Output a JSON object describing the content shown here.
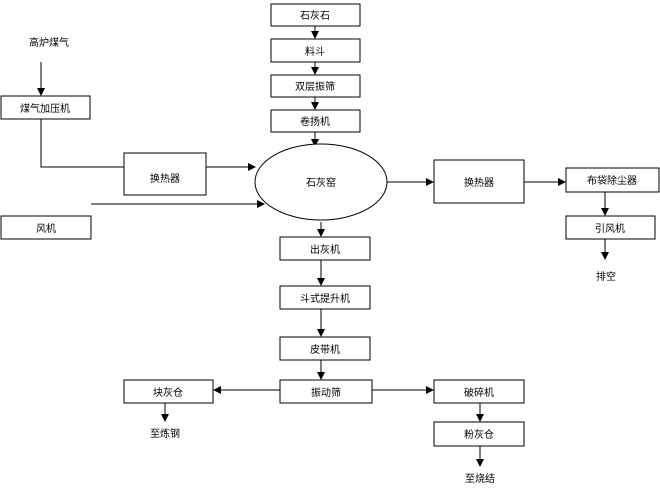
{
  "nodes": {
    "limestone": "石灰石",
    "hopper": "料斗",
    "double_screen": "双层振筛",
    "winch": "卷扬机",
    "kiln": "石灰窑",
    "blast_gas": "高炉煤气",
    "gas_booster": "煤气加压机",
    "heat_exchanger_left": "换热器",
    "fan": "风机",
    "heat_exchanger_right": "换热器",
    "bag_filter": "布袋除尘器",
    "induced_fan": "引风机",
    "exhaust": "排空",
    "ash_discharger": "出灰机",
    "bucket_elevator": "斗式提升机",
    "belt_conveyor": "皮带机",
    "vibrating_screen": "振动筛",
    "lump_bin": "块灰仓",
    "to_steelmaking": "至炼钢",
    "crusher": "破碎机",
    "powder_bin": "粉灰仓",
    "to_sintering": "至烧结"
  },
  "colors": {
    "stroke": "#000000",
    "background": "#ffffff"
  }
}
